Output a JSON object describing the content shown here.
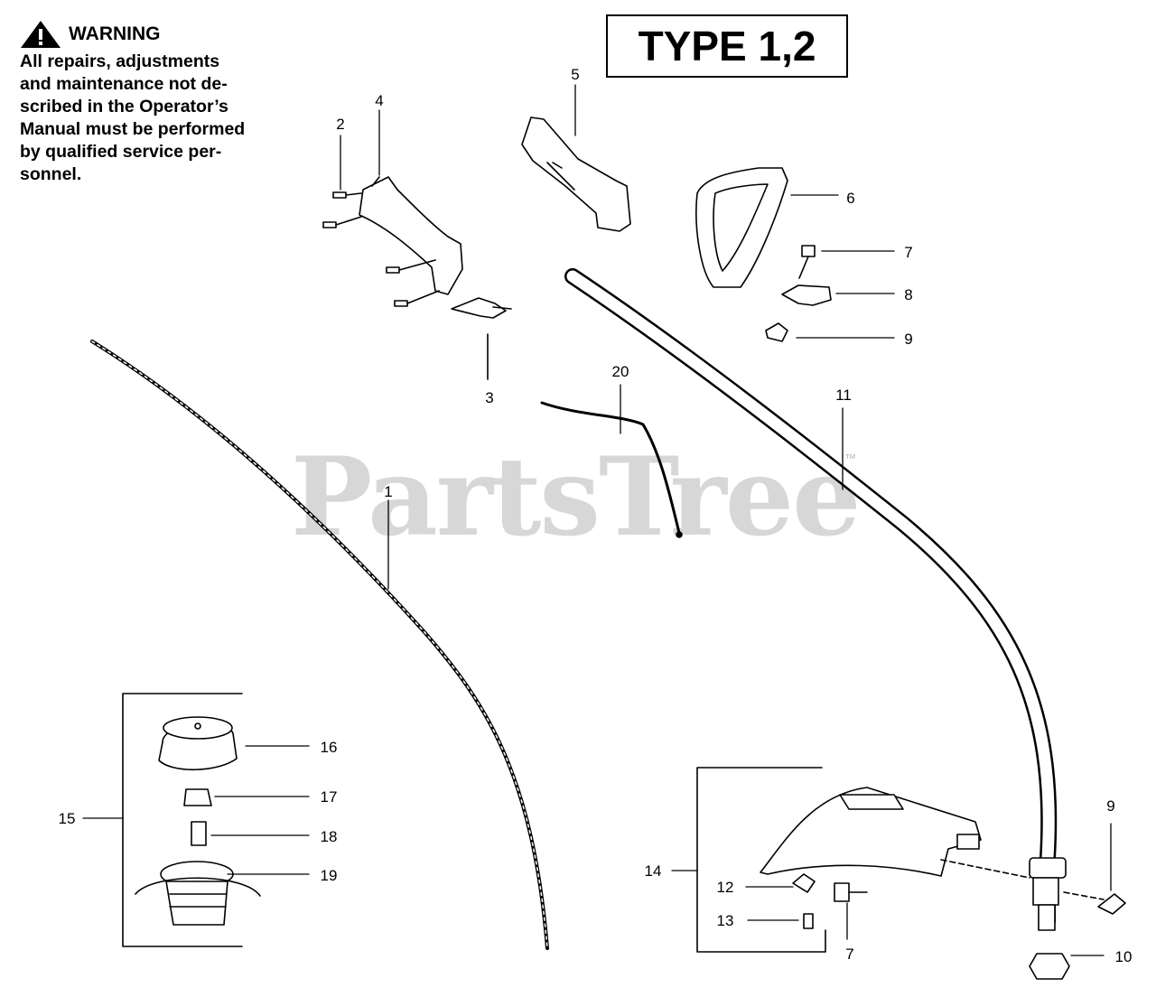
{
  "warning": {
    "title": "WARNING",
    "lines": [
      "All repairs, adjustments",
      "and maintenance not de-",
      "scribed in the Operator’s",
      "Manual must be performed",
      "by qualified service per-",
      "sonnel."
    ]
  },
  "type_label": "TYPE 1,2",
  "watermark": "PartsTree",
  "watermark_tm": "™",
  "callouts": {
    "c1": "1",
    "c2": "2",
    "c3": "3",
    "c4": "4",
    "c5": "5",
    "c6": "6",
    "c7a": "7",
    "c7b": "7",
    "c8": "8",
    "c9a": "9",
    "c9b": "9",
    "c10": "10",
    "c11": "11",
    "c12": "12",
    "c13": "13",
    "c14": "14",
    "c15": "15",
    "c16": "16",
    "c17": "17",
    "c18": "18",
    "c19": "19",
    "c20": "20"
  },
  "icons": {
    "warning": "warning-triangle-icon"
  }
}
